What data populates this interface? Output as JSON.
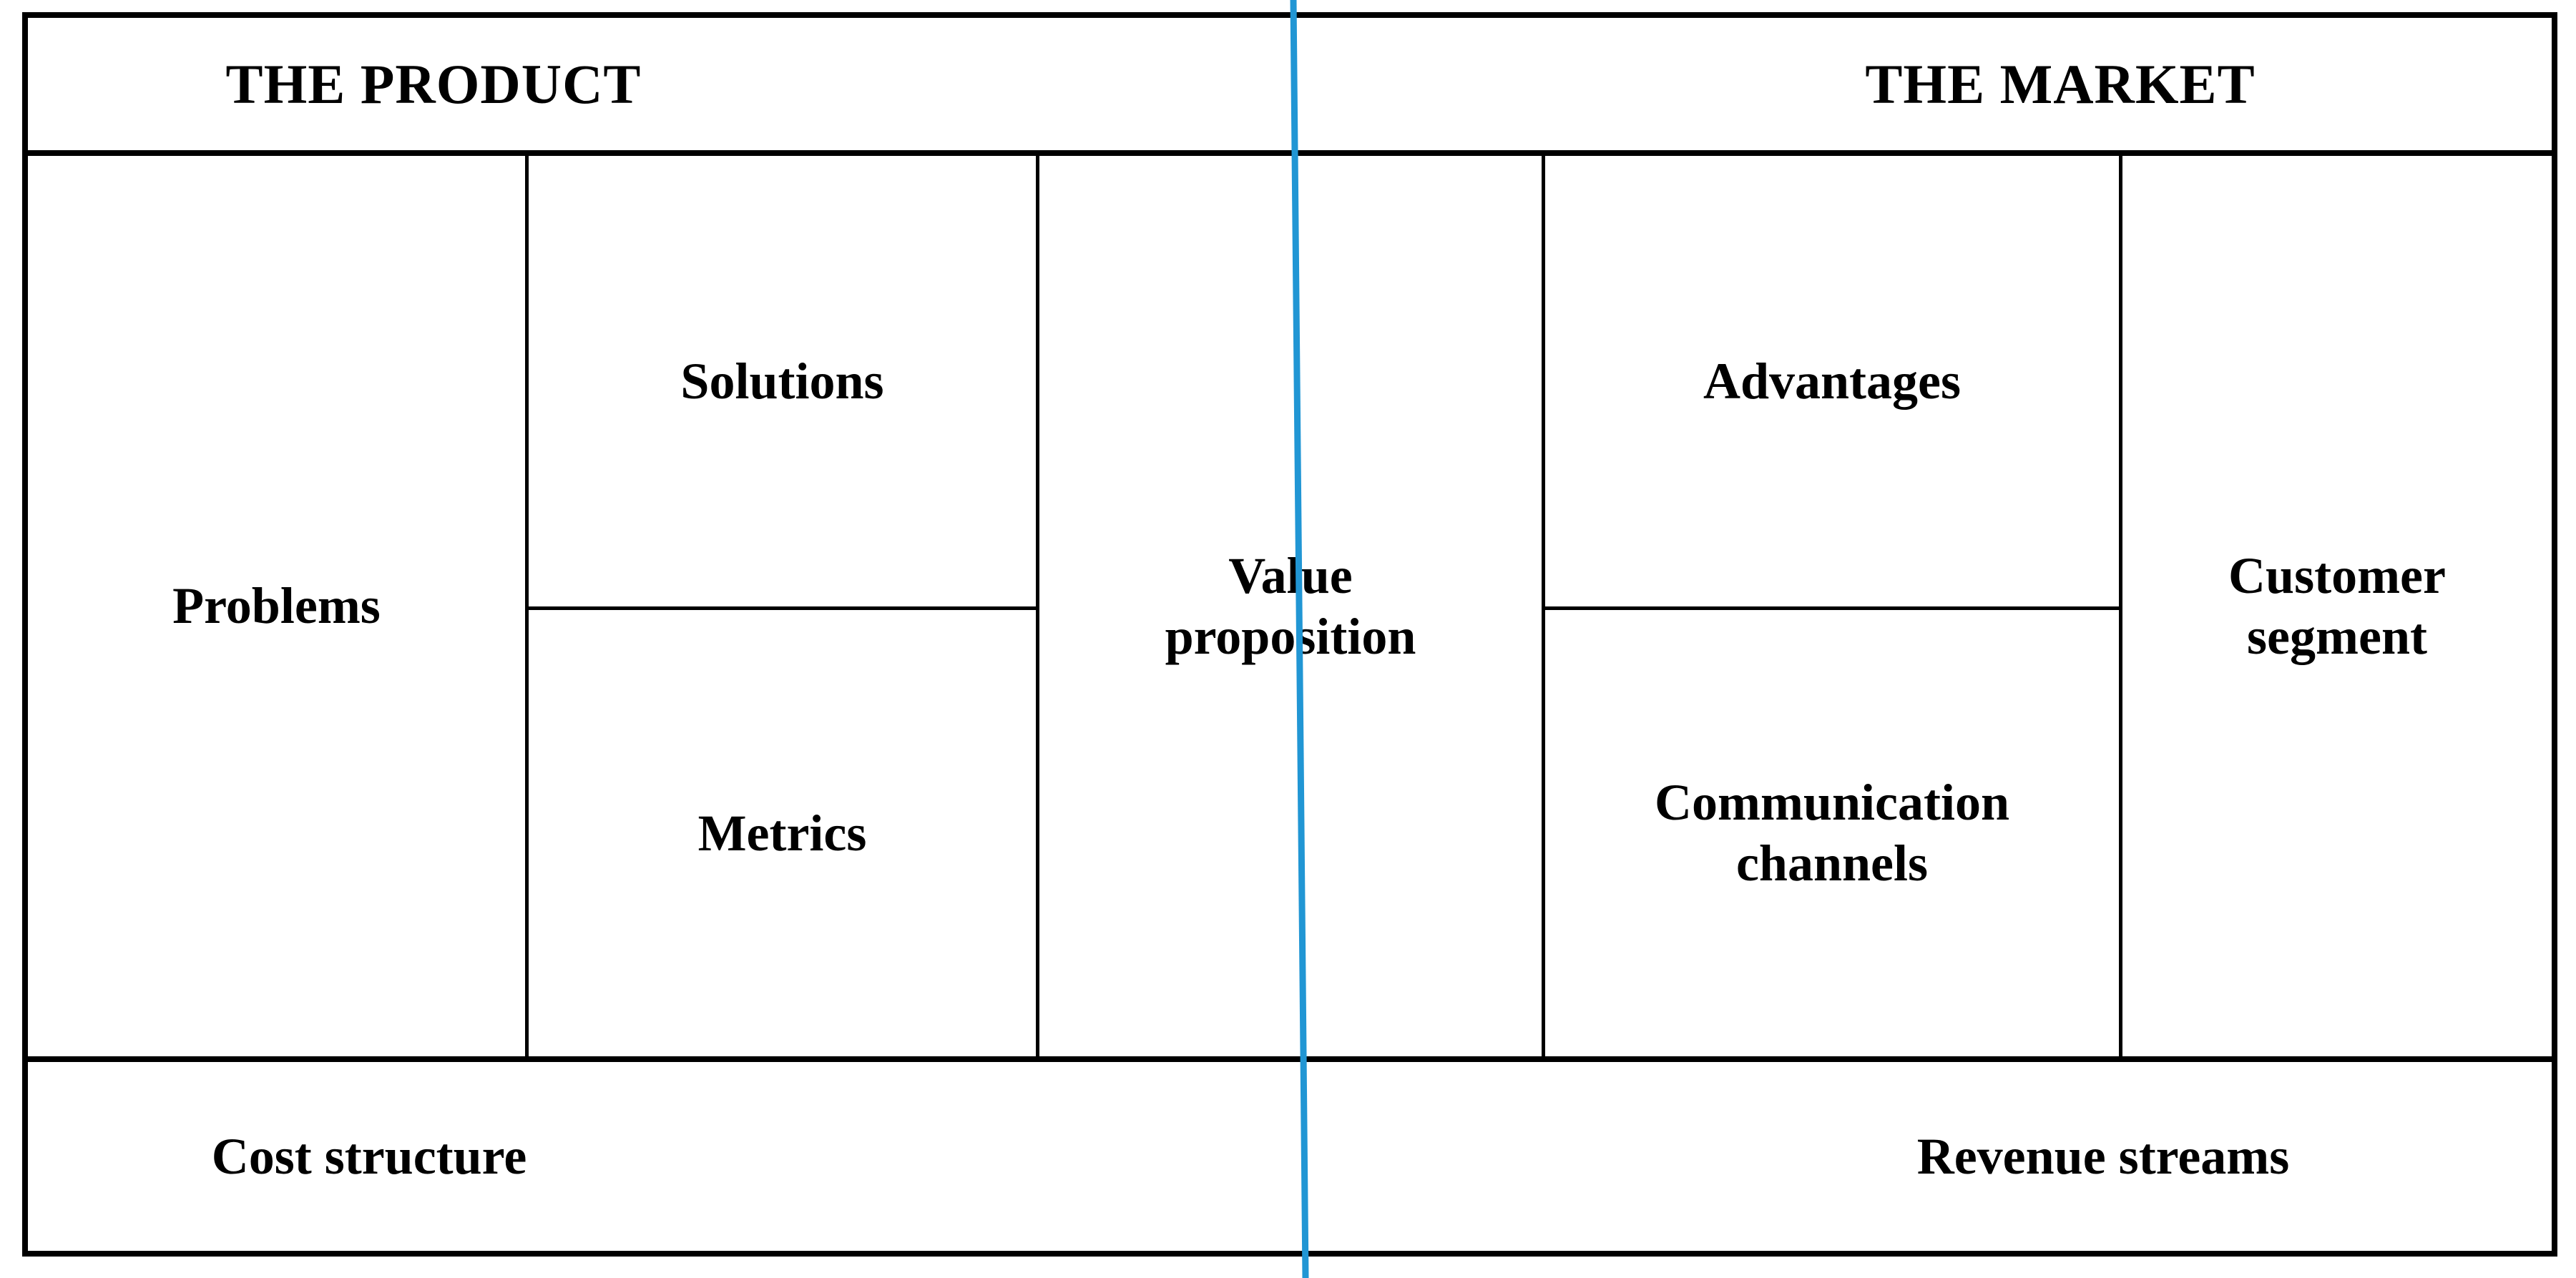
{
  "diagram": {
    "title": "Lean Canvas",
    "type": "lean-canvas-table",
    "line_color": "#2196d4",
    "border_color": "#000000",
    "background_color": "#ffffff",
    "text_color": "#000000"
  },
  "header": {
    "left_label": "THE PRODUCT",
    "right_label": "THE MARKET"
  },
  "cells": {
    "problems": "Problems",
    "solutions": "Solutions",
    "metrics": "Metrics",
    "value_proposition_line1": "Value",
    "value_proposition_line2": "proposition",
    "advantages": "Advantages",
    "communication_line1": "Communication",
    "communication_line2": "channels",
    "customer_line1": "Customer",
    "customer_line2": "segment"
  },
  "footer": {
    "left_label": "Cost structure",
    "right_label": "Revenue streams"
  }
}
